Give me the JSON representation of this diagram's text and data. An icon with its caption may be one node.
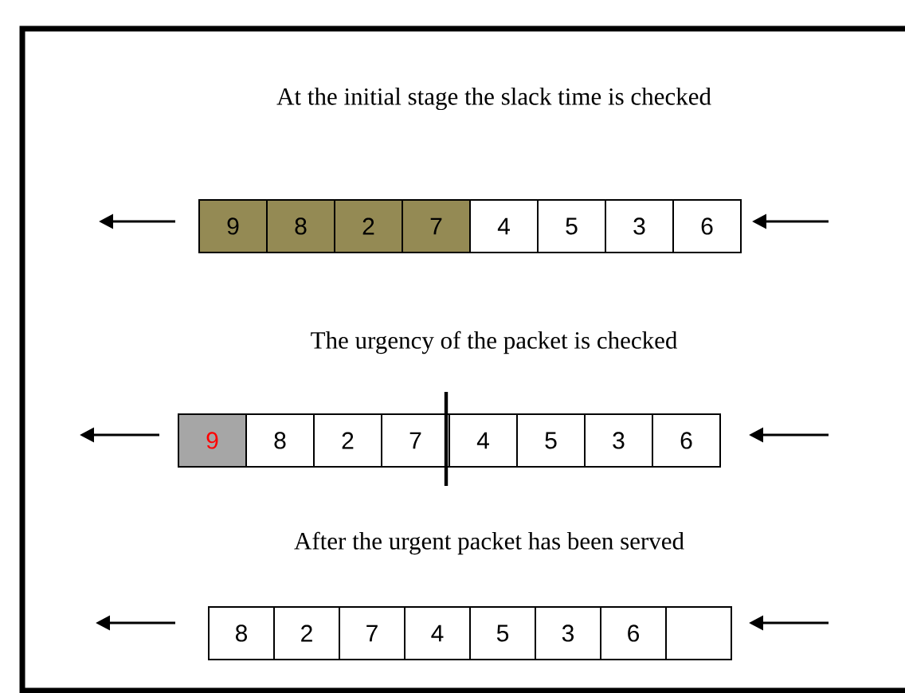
{
  "diagram": {
    "nodes": [
      {
        "text": [
          "9"
        ]
      },
      {
        "text": [
          "8"
        ]
      },
      {
        "text": [
          "2"
        ]
      },
      {
        "text": [
          "7"
        ]
      },
      {
        "text": [
          "4"
        ]
      },
      {
        "text": [
          "5"
        ]
      },
      {
        "text": [
          "3"
        ]
      },
      {
        "text": [
          "6"
        ]
      },
      {
        "text": [
          "9"
        ]
      },
      {
        "text": [
          "8"
        ]
      },
      {
        "text": [
          "2"
        ]
      },
      {
        "text": [
          "7"
        ]
      },
      {
        "text": [
          "4"
        ]
      },
      {
        "text": [
          "5"
        ]
      },
      {
        "text": [
          "3"
        ]
      },
      {
        "text": [
          "6"
        ]
      },
      {
        "text": [
          "8"
        ]
      },
      {
        "text": [
          "2"
        ]
      },
      {
        "text": [
          "7"
        ]
      },
      {
        "text": [
          "4"
        ]
      },
      {
        "text": [
          "5"
        ]
      },
      {
        "text": [
          "3"
        ]
      },
      {
        "text": [
          "6"
        ]
      },
      {
        "text": [],
        "shape": "box"
      }
    ],
    "labels": [
      "At the initial stage the slack time is checked",
      "The urgency of the packet is checked",
      "After the urgent packet has been served"
    ]
  }
}
